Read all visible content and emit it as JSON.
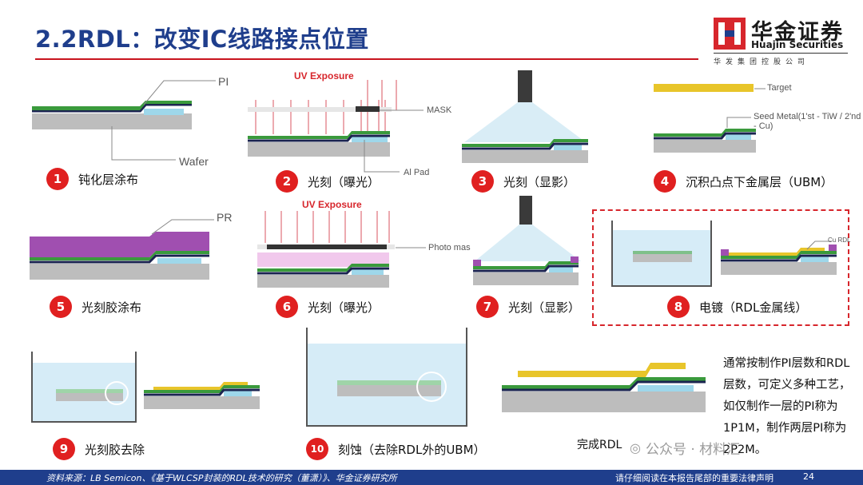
{
  "header": {
    "title": "2.2RDL：改变IC线路接点位置",
    "logo_cn": "华金证券",
    "logo_en": "Huajin Securities",
    "logo_sub": "华发集团控股公司"
  },
  "steps": [
    {
      "num": "1",
      "label": "钝化层涂布"
    },
    {
      "num": "2",
      "label": "光刻（曝光）"
    },
    {
      "num": "3",
      "label": "光刻（显影）"
    },
    {
      "num": "4",
      "label": "沉积凸点下金属层（UBM）"
    },
    {
      "num": "5",
      "label": "光刻胶涂布"
    },
    {
      "num": "6",
      "label": "光刻（曝光）"
    },
    {
      "num": "7",
      "label": "光刻（显影）"
    },
    {
      "num": "8",
      "label": "电镀（RDL金属线）"
    },
    {
      "num": "9",
      "label": "光刻胶去除"
    },
    {
      "num": "10",
      "label": "刻蚀（去除RDL外的UBM）"
    }
  ],
  "callouts": {
    "pi": "PI",
    "wafer": "Wafer",
    "uv1": "UV Exposure",
    "mask": "MASK",
    "alpad": "Al Pad",
    "target": "Target",
    "seed": "Seed Metal(1'st - TiW / 2'nd - Cu)",
    "pr": "PR",
    "uv2": "UV Exposure",
    "photomask": "Photo mas",
    "curdl": "Cu RDL"
  },
  "final_label": "完成RDL",
  "note": "通常按制作PI层数和RDL层数，可定义多种工艺，如仅制作一层的PI称为1P1M，制作两层PI称为2P2M。",
  "watermark": "公众号 · 材料汇",
  "footer": {
    "source": "资料来源：LB Semicon、《基于WLCSP封装的RDL技术的研究（董潇）》、华金证券研究所",
    "disclaimer": "请仔细阅读在本报告尾部的重要法律声明",
    "page": "24"
  },
  "colors": {
    "brand_blue": "#1f3e8c",
    "accent_red": "#d7262c",
    "wafer_gray": "#bdbdbd",
    "pi_green": "#3a9a3c",
    "pr_purple": "#a04fb0",
    "cu_yellow": "#e8c52a",
    "pad_blue": "#9ed7ea",
    "line_navy": "#1b2450"
  }
}
